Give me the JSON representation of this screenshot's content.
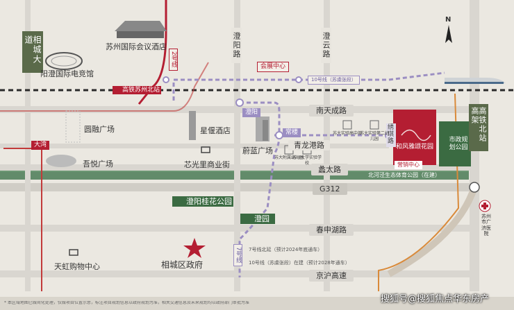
{
  "colors": {
    "metro_line": "#9b8ec2",
    "red": "#b41e32",
    "green": "#3b6b42",
    "road": "#d9d6d0",
    "rail": "#2a2a2a"
  },
  "map": {
    "roads": {
      "xiangcheng": "相城大道",
      "chengyang": "澄阳路",
      "chengyun": "澄云路",
      "nantiancheng": "南天成路",
      "qinglonggang": "青龙港路",
      "xutai": "蠡太路",
      "g312": "G312",
      "chunshenhu": "春申湖路",
      "jinghu": "京沪高速",
      "hsr_elevated": "高铁北站高架"
    },
    "places": {
      "convention": "苏州国际会议酒店",
      "esports": "阳澄国际电竞馆",
      "yuanrong": "圆融广场",
      "xingyu": "星偃酒店",
      "weilan": "蔚蓝广场",
      "xinguangli": "芯光里商业街",
      "wuyue": "吾悦广场",
      "tianhong": "天虹购物中心",
      "govt": "相城区政府",
      "guihua_park": "澄阳桂花公园",
      "chengyuan": "澄园",
      "municipal_park": "市政规划公园",
      "hospital": "苏州市广济医院",
      "beihe_park": "北河泾生态体育公园（在建）"
    },
    "stations": {
      "hsr_north": "高铁苏州北站",
      "huizhan": "会展中心",
      "chengyang_st": "澄阳",
      "changlou": "常楼",
      "dawan": "大湾",
      "xiuqi": "绣琪路"
    },
    "metro": {
      "line2": "2号线",
      "line10": "10号线（苏虞张段）",
      "line7": "7号线",
      "plan7": "7号线北延（预计2024年底通车）",
      "plan10": "10号线（苏虞张段）在建（预计2028年通车）"
    },
    "project": {
      "name": "和风雅颂花园",
      "sales": "营销中心"
    },
    "schools": [
      "苏大实验高中部",
      "苏大实验第二幼儿园",
      "苏大附属幼儿园",
      "苏州大学实验学校"
    ],
    "compass": "N",
    "disclaimer": "* 本区域地图已做简化处理，仅做项目位置示意，标注项目规划信息以政府规划为准，相关交通信息及未来规划均以政府部门审批为准",
    "watermark": "搜狐号@搜狐焦点华东房产"
  }
}
